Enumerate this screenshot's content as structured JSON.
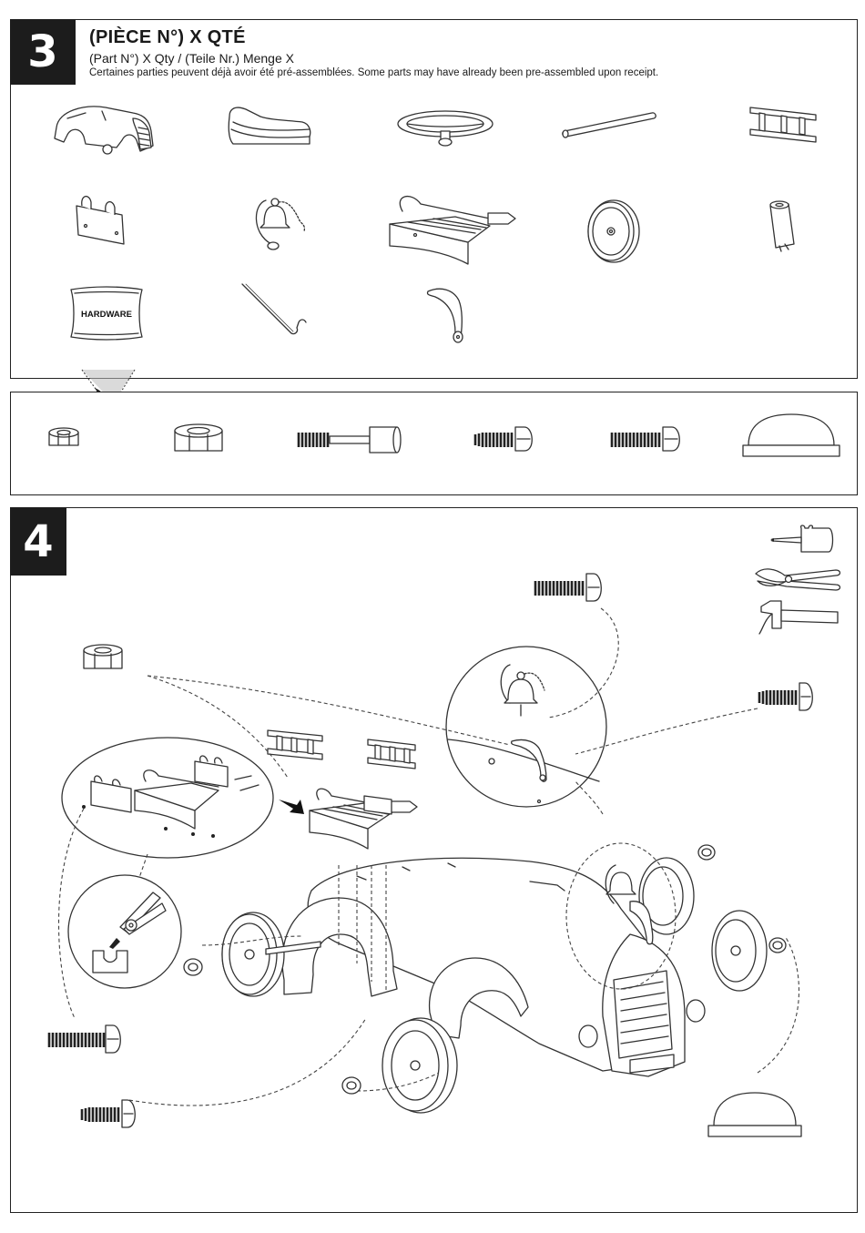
{
  "step3": {
    "number": "3",
    "title": "(PIÈCE N°) X QTÉ",
    "subtitle": "(Part N°) X Qty / (Teile Nr.) Menge X",
    "note": "Certaines parties peuvent déjà avoir été pré-assemblées. Some parts may have already been pre-assembled upon receipt.",
    "parts": [
      {
        "icon": "car-body-icon"
      },
      {
        "icon": "seat-icon"
      },
      {
        "icon": "steering-wheel-icon"
      },
      {
        "icon": "axle-rod-icon"
      },
      {
        "icon": "bracket-ladder-icon"
      },
      {
        "icon": "hook-bracket-icon"
      },
      {
        "icon": "bell-icon"
      },
      {
        "icon": "luggage-rack-icon"
      },
      {
        "icon": "wheel-icon"
      },
      {
        "icon": "sleeve-icon"
      },
      {
        "icon": "hardware-bag-icon",
        "label": "HARDWARE"
      },
      {
        "icon": "crank-rod-icon"
      },
      {
        "icon": "bell-mount-icon"
      }
    ],
    "hardware": [
      {
        "icon": "small-nut-icon"
      },
      {
        "icon": "large-nut-icon"
      },
      {
        "icon": "bolt-with-sleeve-icon"
      },
      {
        "icon": "short-screw-icon"
      },
      {
        "icon": "long-screw-icon"
      },
      {
        "icon": "hub-cap-icon"
      }
    ]
  },
  "step4": {
    "number": "4",
    "tools": [
      {
        "icon": "screwdriver-icon"
      },
      {
        "icon": "pliers-icon"
      },
      {
        "icon": "hammer-icon"
      }
    ]
  }
}
